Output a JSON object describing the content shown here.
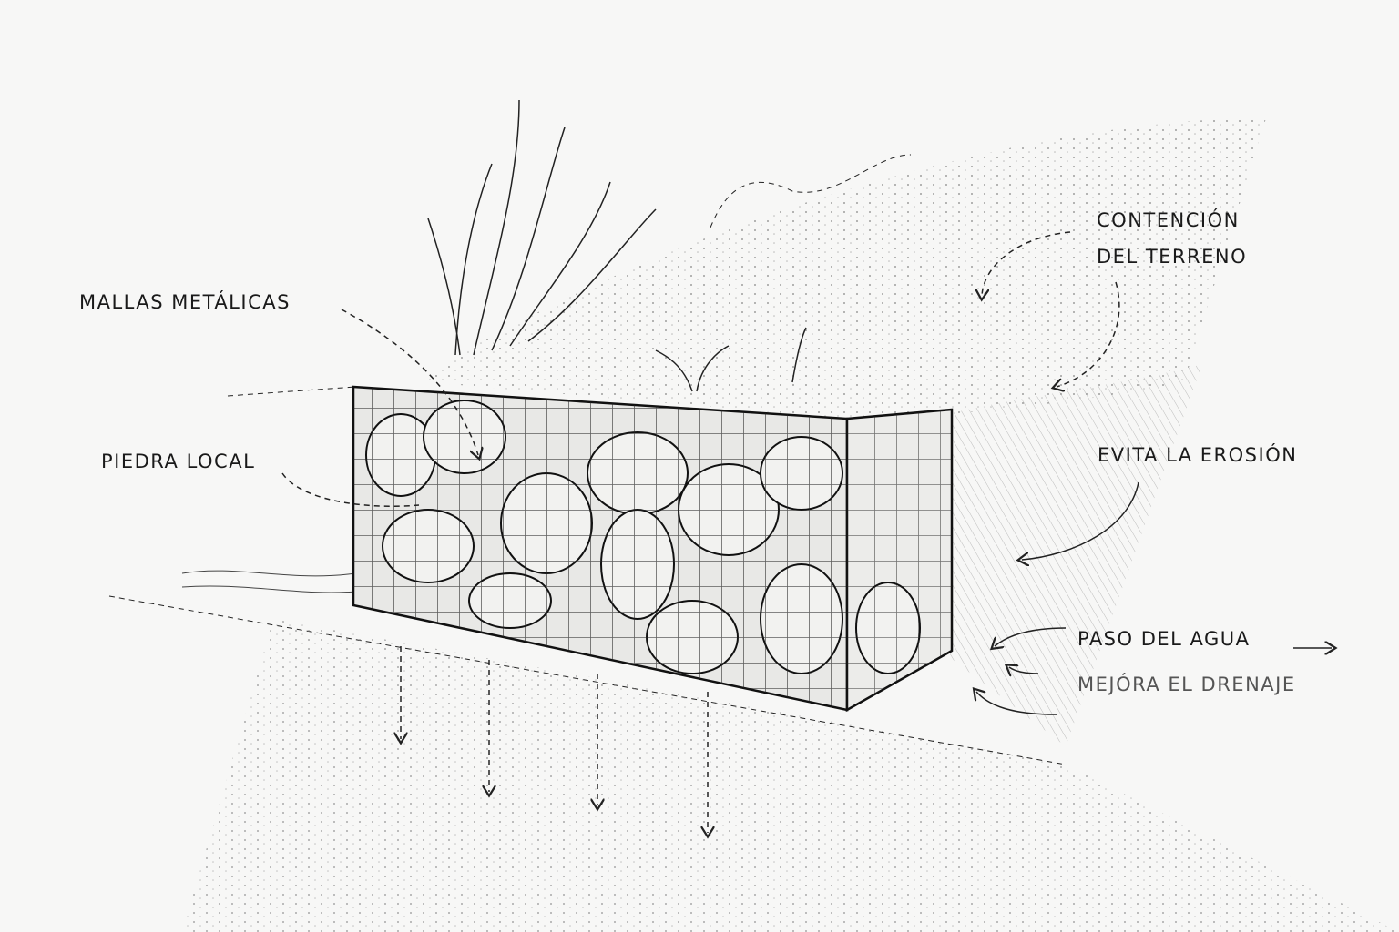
{
  "labels": {
    "mallas": "MALLAS METÁLICAS",
    "contencion_1": "CONTENCIÓN",
    "contencion_2": "DEL TERRENO",
    "piedra": "PIEDRA LOCAL",
    "erosion": "EVITA LA EROSIÓN",
    "paso": "PASO DEL AGUA",
    "drenaje": "MEJÓRA EL DRENAJE"
  },
  "colors": {
    "ink": "#1a1a1a",
    "paper": "#f7f7f6",
    "secondary": "#555555"
  }
}
